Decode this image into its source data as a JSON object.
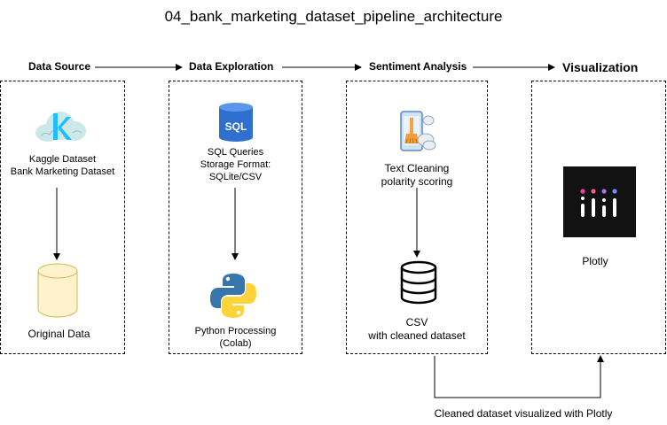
{
  "title": "04_bank_marketing_dataset_pipeline_architecture",
  "stages": {
    "source": {
      "header": "Data Source",
      "source_label_1": "Kaggle Dataset",
      "source_label_2": "Bank Marketing Dataset",
      "output_label": "Original Data"
    },
    "exploration": {
      "header": "Data Exploration",
      "sql_icon_text": "SQL",
      "query_label_1": "SQL Queries",
      "query_label_2": "Storage Format:",
      "query_label_3": "SQLite/CSV",
      "processing_label_1": "Python Processing",
      "processing_label_2": "(Colab)"
    },
    "sentiment": {
      "header": "Sentiment Analysis",
      "cleaning_label_1": "Text Cleaning",
      "cleaning_label_2": "polarity scoring",
      "output_label_1": "CSV",
      "output_label_2": "with cleaned dataset"
    },
    "visualization": {
      "header": "Visualization",
      "tool_label": "Plotly"
    }
  },
  "footer_edge_label": "Cleaned dataset visualized with Plotly",
  "colors": {
    "kaggle_blue": "#20beff",
    "cloud": "#cde8ea",
    "cylinder_fill": "#fff2cc",
    "cylinder_stroke": "#d6b656",
    "sql_blue": "#2f6fcf",
    "python_blue": "#3776ab",
    "python_yellow": "#ffd43b",
    "plotly_bg": "#121212"
  },
  "icons": [
    "kaggle-icon",
    "database-cylinder-icon",
    "sql-database-icon",
    "python-icon",
    "text-cleaning-icon",
    "database-stack-icon",
    "plotly-icon"
  ]
}
